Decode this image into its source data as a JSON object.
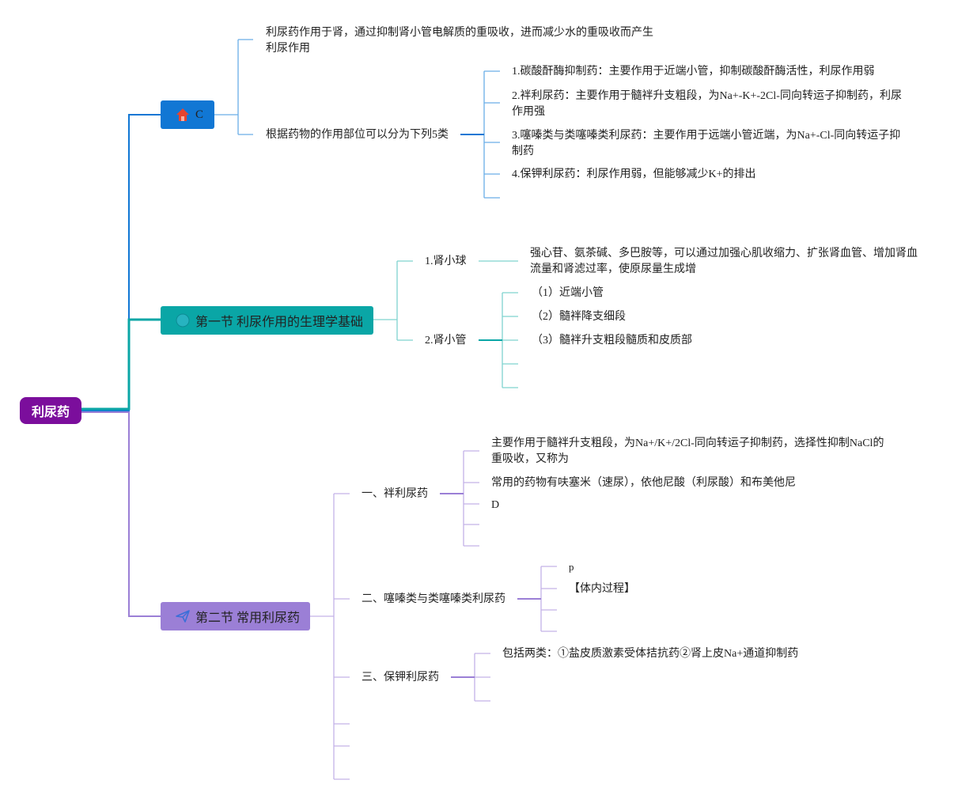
{
  "root": {
    "label": "利尿药"
  },
  "branch_c": {
    "label": "C",
    "color": "#1177d4",
    "intro": "利尿药作用于肾，通过抑制肾小管电解质的重吸收，进而减少水的重吸收而产生利尿作用",
    "classes_label": "根据药物的作用部位可以分为下列5类",
    "classes": [
      "1.碳酸酐酶抑制药：主要作用于近端小管，抑制碳酸酐酶活性，利尿作用弱",
      "2.袢利尿药：主要作用于髓袢升支粗段，为Na+-K+-2Cl-同向转运子抑制药，利尿作用强",
      "3.噻嗪类与类噻嗪类利尿药：主要作用于远端小管近端，为Na+-Cl-同向转运子抑制药",
      "4.保钾利尿药：利尿作用弱，但能够减少K+的排出"
    ]
  },
  "section1": {
    "label": "第一节 利尿作用的生理学基础",
    "color": "#0aa6a6",
    "glomerulus": {
      "label": "1.肾小球",
      "text": "强心苷、氨茶碱、多巴胺等，可以通过加强心肌收缩力、扩张肾血管、增加肾血流量和肾滤过率，使原尿量生成增"
    },
    "tubule": {
      "label": "2.肾小管",
      "items": [
        "（1）近端小管",
        "（2）髓袢降支细段",
        "（3）髓袢升支粗段髓质和皮质部"
      ]
    }
  },
  "section2": {
    "label": "第二节 常用利尿药",
    "color": "#9b7fd6",
    "loop": {
      "label": "一、袢利尿药",
      "items": [
        "主要作用于髓袢升支粗段，为Na+/K+/2Cl-同向转运子抑制药，选择性抑制NaCl的重吸收，又称为",
        "常用的药物有呋塞米（速尿），依他尼酸（利尿酸）和布美他尼",
        "D"
      ]
    },
    "thiazide": {
      "label": "二、噻嗪类与类噻嗪类利尿药",
      "items": [
        "p",
        "【体内过程】"
      ]
    },
    "ksparing": {
      "label": "三、保钾利尿药",
      "items": [
        "包括两类：①盐皮质激素受体拮抗药②肾上皮Na+通道抑制药"
      ]
    }
  }
}
